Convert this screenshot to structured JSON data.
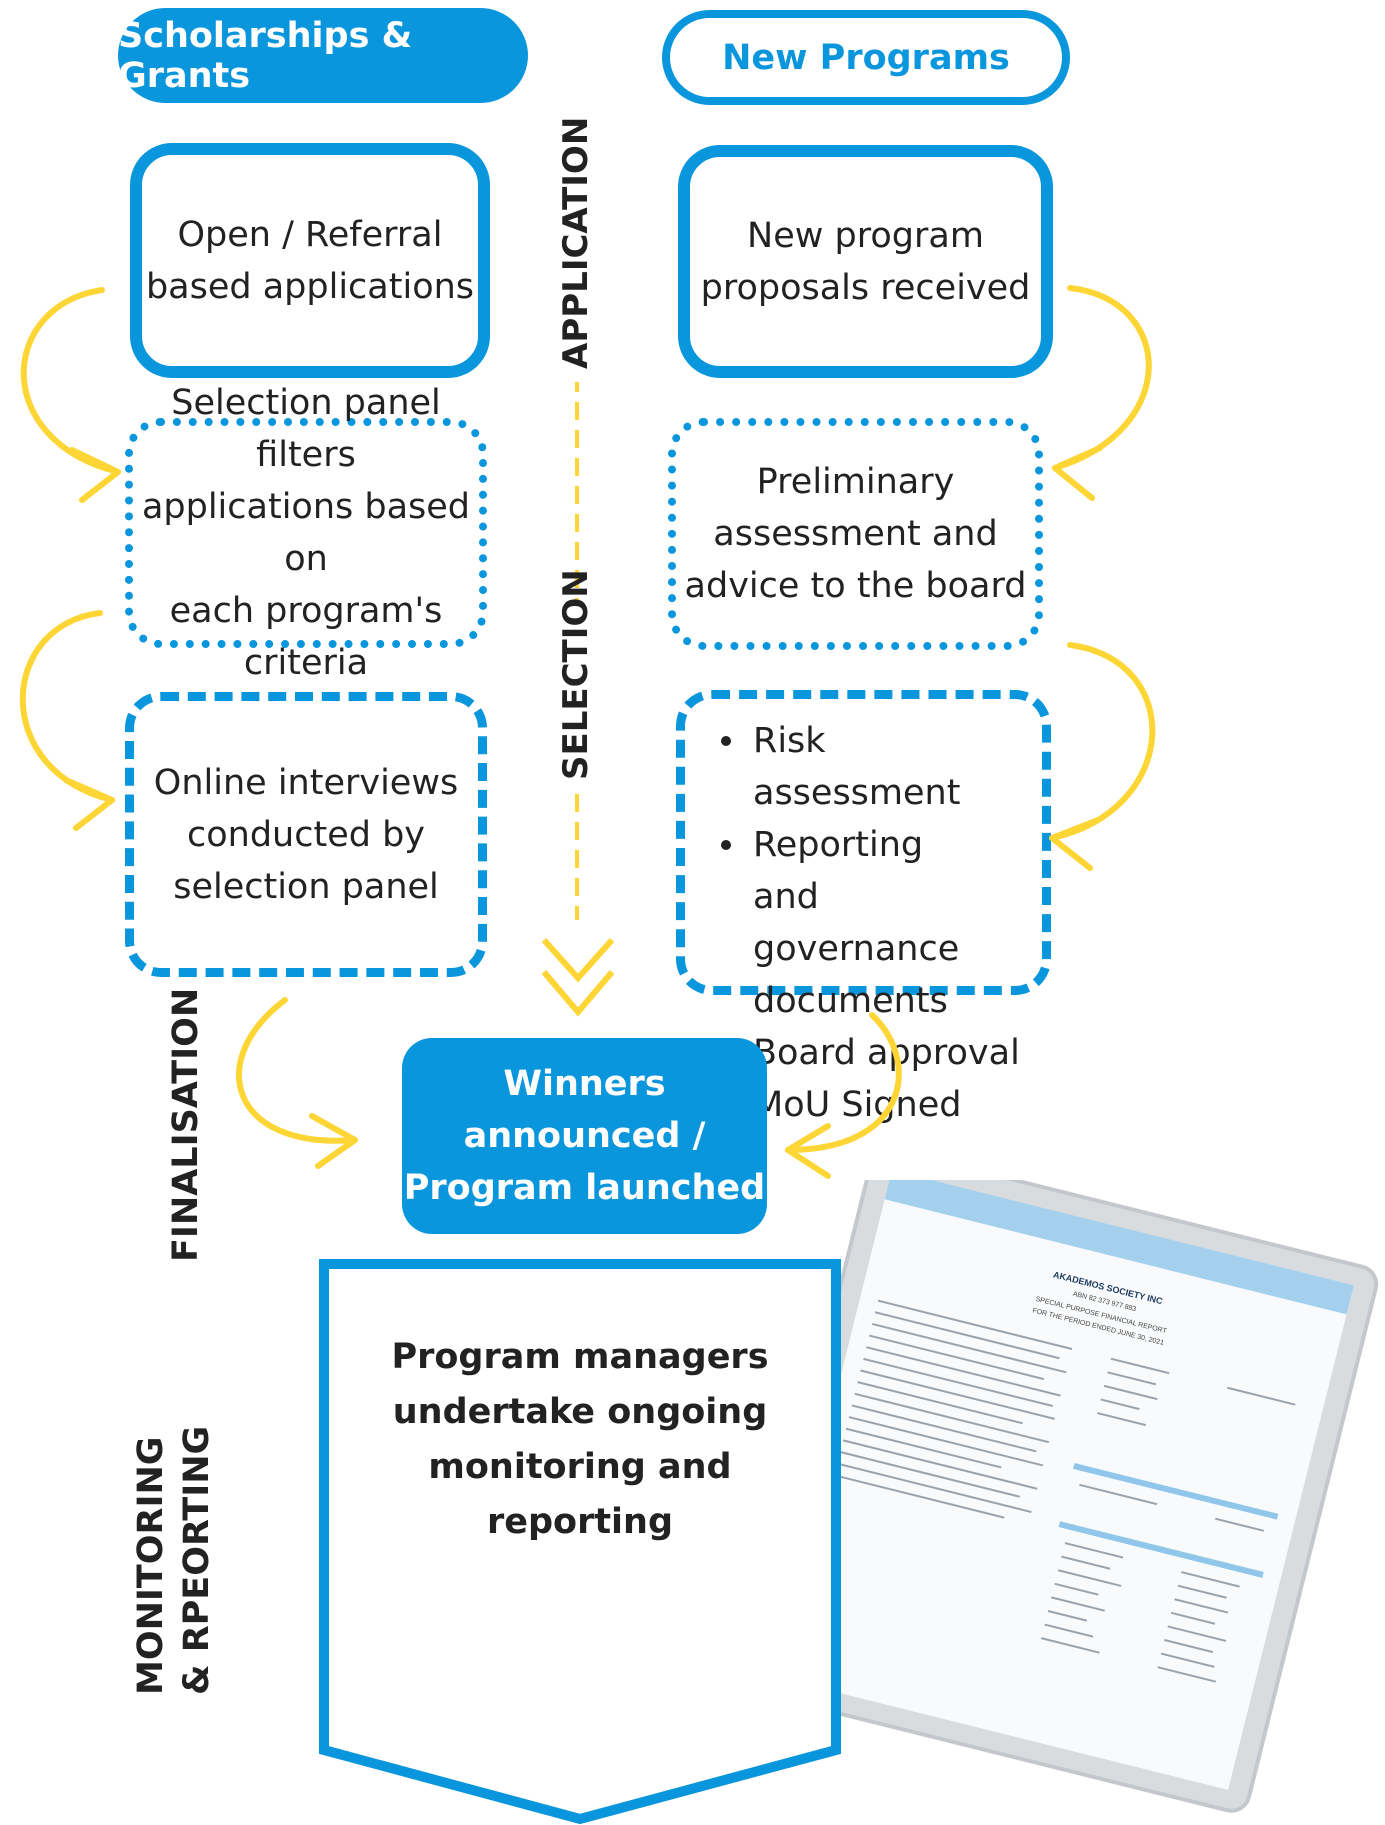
{
  "headers": {
    "left": "Scholarships & Grants",
    "right": "New Programs"
  },
  "stages": {
    "application": "APPLICATION",
    "selection": "SELECTION",
    "finalisation": "FINALISATION",
    "monitoring_line1": "MONITORING",
    "monitoring_line2": "& RPEORTING"
  },
  "left_column": {
    "step1": [
      "Open / Referral",
      "based applications"
    ],
    "step2": [
      "Selection panel filters",
      "applications based on",
      "each program's",
      "criteria"
    ],
    "step3": [
      "Online interviews",
      "conducted by",
      "selection panel"
    ]
  },
  "right_column": {
    "step1": [
      "New program",
      "proposals received"
    ],
    "step2": [
      "Preliminary",
      "assessment and",
      "advice to the board"
    ],
    "step3_bullets": [
      "Risk assessment",
      "Reporting and governance documents",
      "Board approval",
      "MoU Signed"
    ]
  },
  "finalisation_box": [
    "Winners announced /",
    "Program launched"
  ],
  "monitoring_box": [
    "Program managers",
    "undertake ongoing",
    "monitoring and reporting"
  ],
  "report_image": {
    "org_name": "AKADEMOS SOCIETY INC",
    "abn": "ABN 82 373 977 883",
    "report_title": "SPECIAL PURPOSE FINANCIAL REPORT",
    "period": "FOR THE PERIOD ENDED JUNE 30, 2021"
  },
  "colors": {
    "primary_blue": "#0a96dc",
    "arrow_yellow": "#fdd535",
    "text_dark": "#222222"
  }
}
